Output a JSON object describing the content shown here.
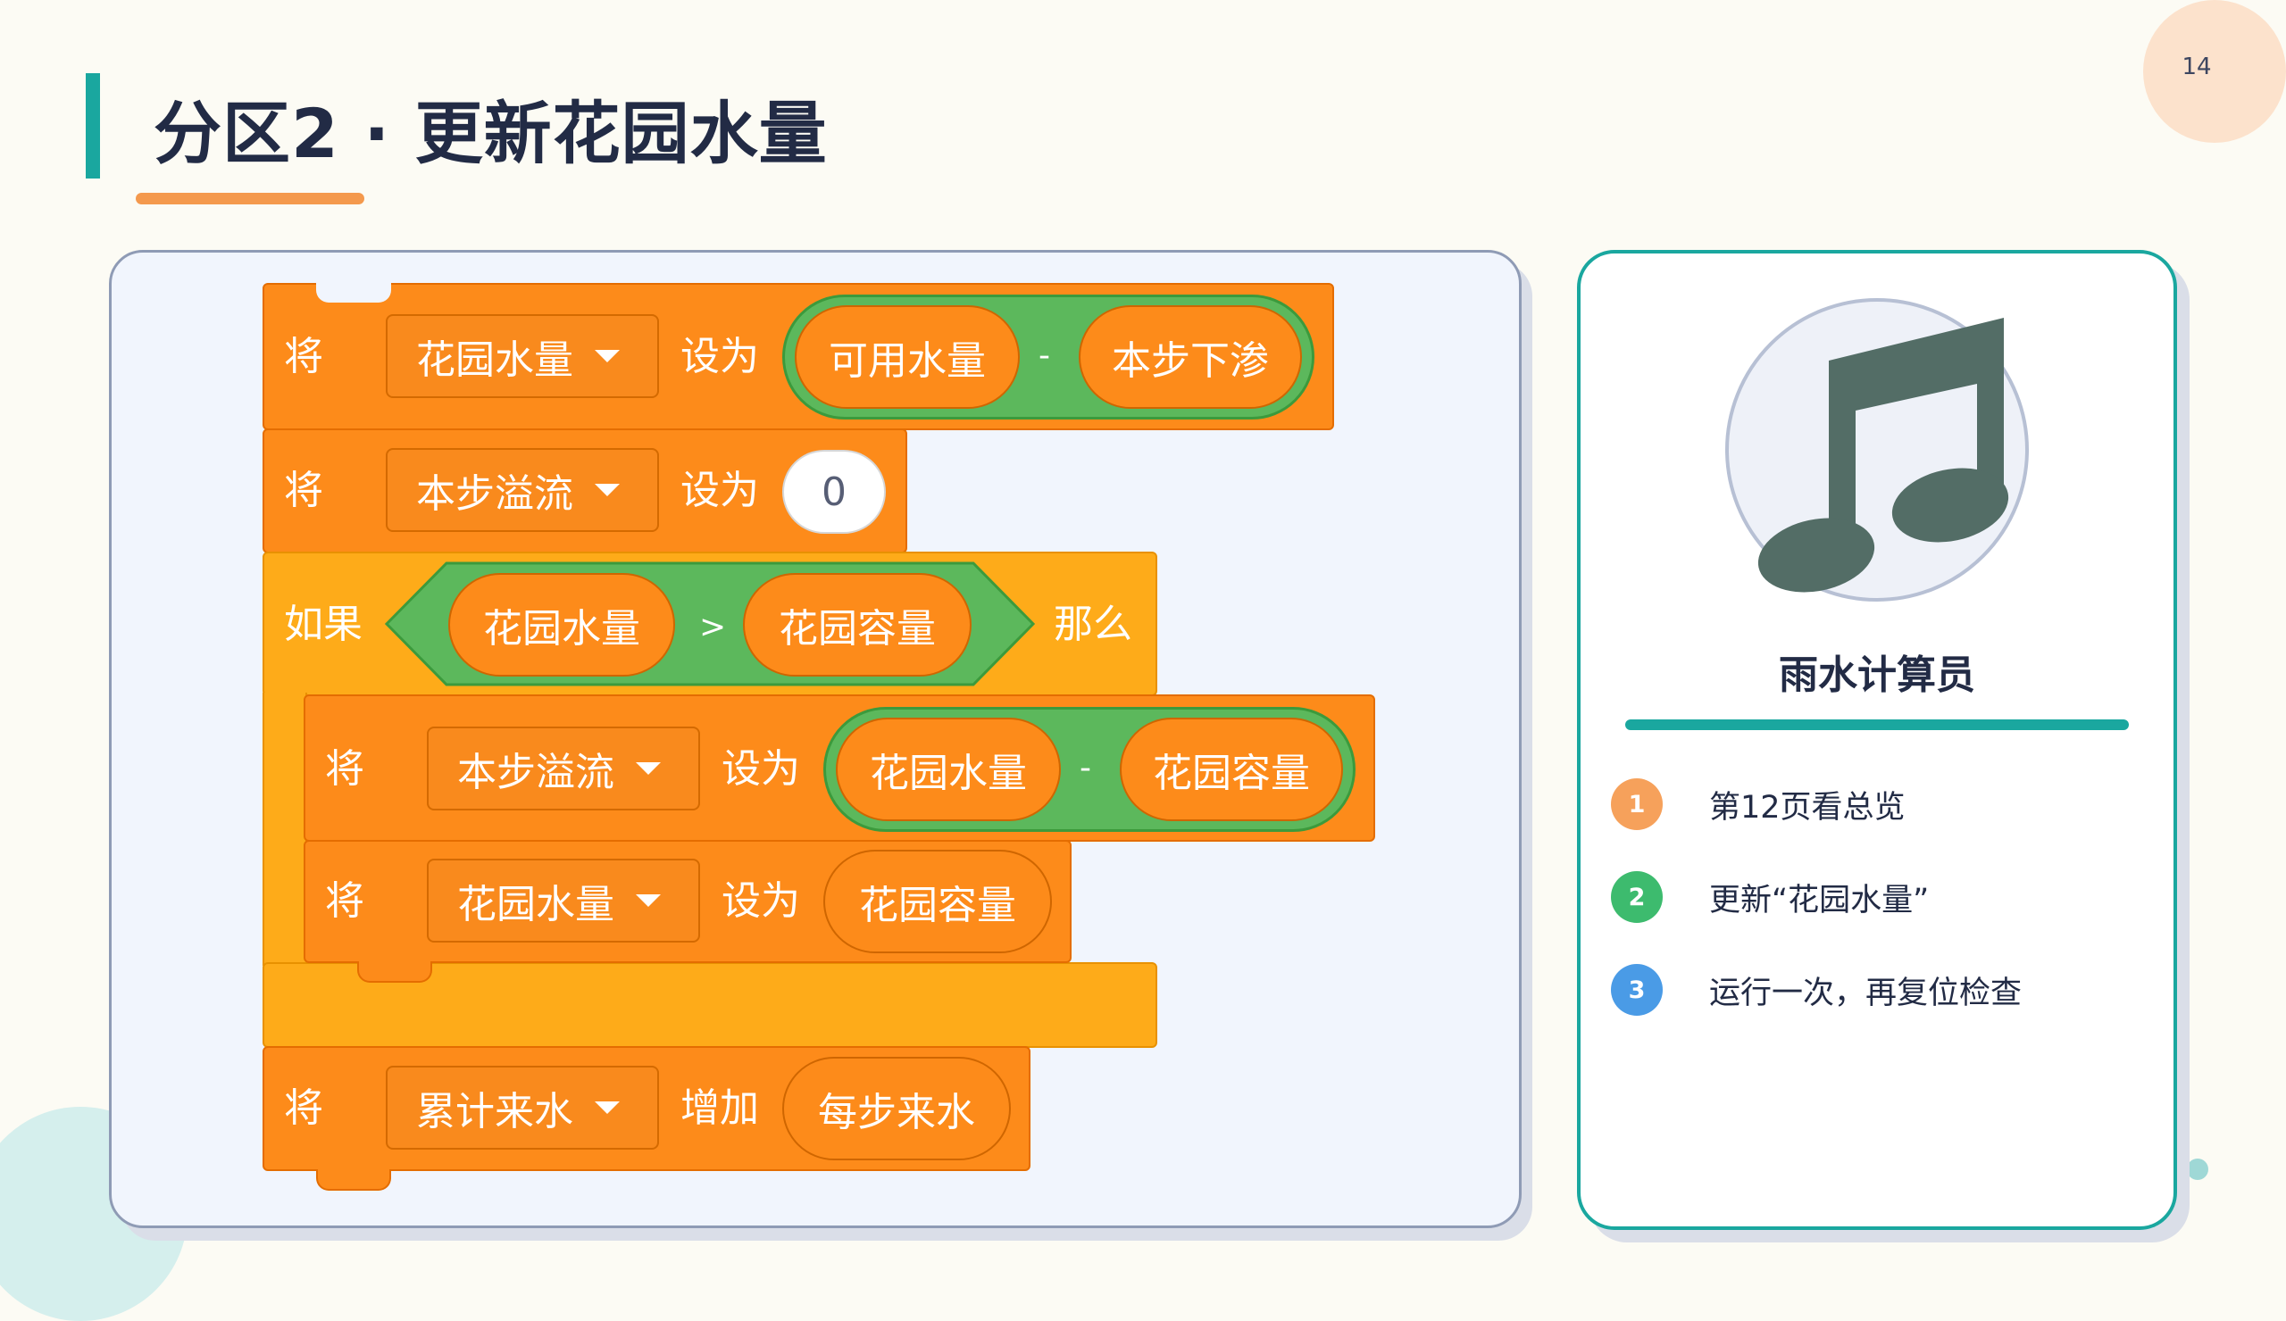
{
  "page": {
    "title": "分区2 · 更新花园水量",
    "page_number": "14"
  },
  "colors": {
    "accent_teal": "#1aa79f",
    "accent_orange": "#f4994d",
    "variables_block": "#fd8b1a",
    "control_block": "#feab19",
    "operator_block": "#5cb85c"
  },
  "code": {
    "block1": {
      "keyword": "将",
      "variable": "花园水量",
      "set_to": "设为",
      "left": "可用水量",
      "operator": "-",
      "right": "本步下渗"
    },
    "block2": {
      "keyword": "将",
      "variable": "本步溢流",
      "set_to": "设为",
      "value": "0"
    },
    "if_block": {
      "if_label": "如果",
      "left": "花园水量",
      "operator": ">",
      "right": "花园容量",
      "then_label": "那么"
    },
    "inner1": {
      "keyword": "将",
      "variable": "本步溢流",
      "set_to": "设为",
      "left": "花园水量",
      "operator": "-",
      "right": "花园容量"
    },
    "inner2": {
      "keyword": "将",
      "variable": "花园水量",
      "set_to": "设为",
      "value": "花园容量"
    },
    "block4": {
      "keyword": "将",
      "variable": "累计来水",
      "change_by": "增加",
      "value": "每步来水"
    }
  },
  "card": {
    "sprite_icon": "music-note-icon",
    "title": "雨水计算员",
    "steps": [
      {
        "number": "1",
        "text": "第12页看总览",
        "color": "#f6a15b"
      },
      {
        "number": "2",
        "text": "更新“花园水量”",
        "color": "#3dbb6e"
      },
      {
        "number": "3",
        "text": "运行一次，再复位检查",
        "color": "#4a9be6"
      }
    ]
  }
}
